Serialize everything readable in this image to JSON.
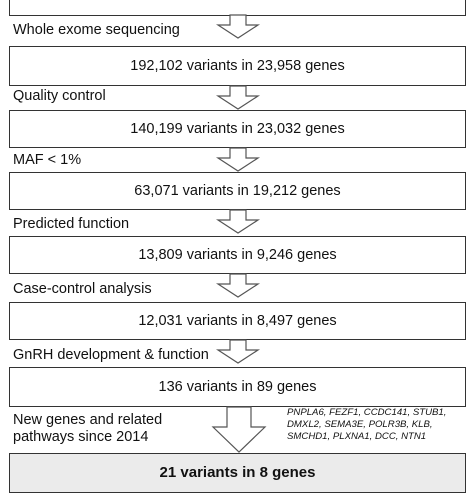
{
  "steps": [
    {
      "label": "Whole exome sequencing",
      "result": "192,102 variants in 23,958 genes"
    },
    {
      "label": "Quality control",
      "result": "140,199 variants in 23,032 genes"
    },
    {
      "label": "MAF < 1%",
      "result": "63,071 variants in 19,212 genes"
    },
    {
      "label": "Predicted function",
      "result": "13,809 variants in 9,246 genes"
    },
    {
      "label": "Case-control analysis",
      "result": "12,031 variants in 8,497 genes"
    },
    {
      "label": "GnRH development & function",
      "result": "136 variants in 89 genes"
    }
  ],
  "final_step": {
    "label_line1": "New genes and related",
    "label_line2": "pathways since 2014",
    "gene_lines": [
      "PNPLA6, FEZF1, CCDC141, STUB1,",
      "DMXL2, SEMA3E, POLR3B, KLB,",
      "SMCHD1, PLXNA1, DCC, NTN1"
    ],
    "result": "21 variants in 8 genes"
  },
  "colors": {
    "border": "#333333",
    "final_box_fill": "#ebebeb",
    "arrow_stroke": "#555555"
  },
  "icons": {
    "arrow": "down-arrow-icon"
  }
}
